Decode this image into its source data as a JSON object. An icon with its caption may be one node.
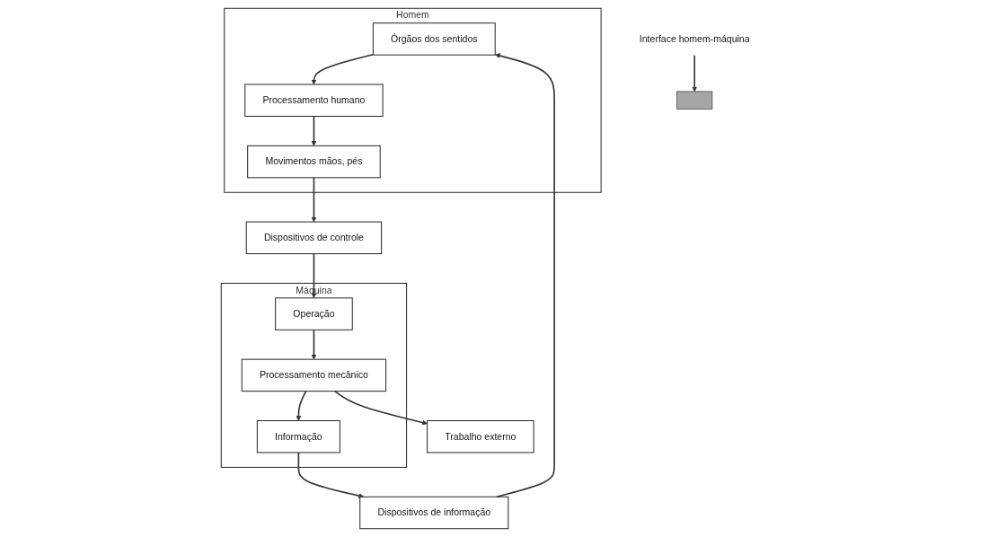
{
  "diagram": {
    "nodes": [
      {
        "text": [
          "Homem"
        ]
      },
      {
        "text": [
          "Máquina"
        ]
      },
      {
        "text": [
          "Interface homem-máquina"
        ]
      },
      {
        "text": [],
        "shape": "bar"
      },
      {
        "text": [
          "Órgãos dos sentidos"
        ],
        "in": 0
      },
      {
        "text": [
          "Dispositivos de informação"
        ]
      },
      {
        "text": [
          "Informação"
        ],
        "in": 1
      },
      {
        "text": [
          "Processamento humano"
        ],
        "in": 0
      },
      {
        "text": [
          "Processamento mecânico"
        ],
        "in": 1
      },
      {
        "text": [
          "Trabalho externo"
        ]
      },
      {
        "text": [
          "Movimentos mãos, pés"
        ],
        "in": 0
      },
      {
        "text": [
          "Dispositivos de controle"
        ]
      },
      {
        "text": [
          "Operação"
        ],
        "in": 1
      }
    ],
    "edges": [
      {
        "from": 2,
        "to": 3,
        "arrow": "to"
      },
      {
        "from": 6,
        "to": 5,
        "arrow": "to"
      },
      {
        "from": 5,
        "to": 4,
        "arrow": "to"
      },
      {
        "from": 4,
        "to": 7,
        "arrow": "to"
      },
      {
        "from": 7,
        "to": 10,
        "arrow": "to"
      },
      {
        "from": 10,
        "to": 11,
        "arrow": "to"
      },
      {
        "from": 11,
        "to": 12,
        "arrow": "to"
      },
      {
        "from": 12,
        "to": 8,
        "arrow": "to"
      },
      {
        "from": 8,
        "to": 6,
        "arrow": "to"
      },
      {
        "from": 8,
        "to": 9,
        "arrow": "to"
      }
    ]
  }
}
